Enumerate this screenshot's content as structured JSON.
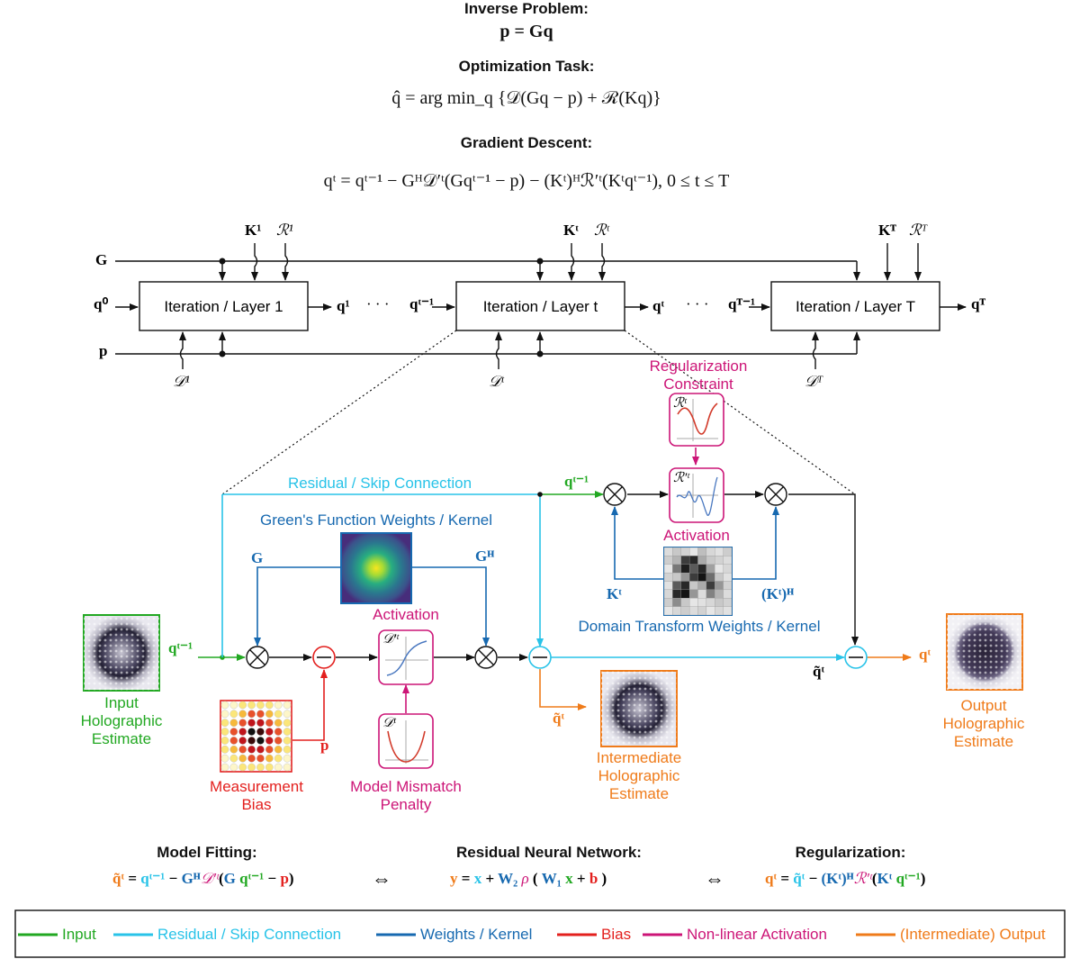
{
  "header": {
    "inverse_title": "Inverse Problem:",
    "inverse_eq": "p = Gq",
    "opt_title": "Optimization Task:",
    "opt_eq": "q̂ = arg min_q {𝒟(Gq − p) + ℛ(Kq)}",
    "gd_title": "Gradient Descent:",
    "gd_eq": "qᵗ = qᵗ⁻¹ − Gᴴ𝒟′ᵗ(Gqᵗ⁻¹ − p) − (Kᵗ)ᴴℛ′ᵗ(Kᵗqᵗ⁻¹),    0 ≤ t ≤ T"
  },
  "unrolled": {
    "layer1": "Iteration / Layer 1",
    "layert": "Iteration / Layer t",
    "layerT": "Iteration / Layer T",
    "G": "G",
    "p": "p",
    "q0": "q⁰",
    "q1": "q¹",
    "qt_minus": "qᵗ⁻¹",
    "qt": "qᵗ",
    "qT_minus": "qᵀ⁻¹",
    "qT": "qᵀ",
    "K1": "K¹",
    "R1": "ℛ¹",
    "Kt": "Kᵗ",
    "Rt": "ℛᵗ",
    "KT": "Kᵀ",
    "RT": "ℛᵀ",
    "D1": "𝒟¹",
    "Dt": "𝒟ᵗ",
    "DT": "𝒟ᵀ",
    "dots": "· · ·"
  },
  "detail": {
    "reg_constraint": "Regularization\nConstraint",
    "reg_icon": "ℛᵗ",
    "reg_deriv_icon": "ℛ′ᵗ",
    "activation_top": "Activation",
    "residual_skip": "Residual / Skip Connection",
    "greens": "Green's Function Weights / Kernel",
    "G": "G",
    "GH": "Gᴴ",
    "Kt": "Kᵗ",
    "KtH": "(Kᵗ)ᴴ",
    "domain": "Domain Transform Weights / Kernel",
    "activation_mid": "Activation",
    "D_deriv_icon": "𝒟′ᵗ",
    "D_icon": "𝒟ᵗ",
    "qt_minus_top": "qᵗ⁻¹",
    "qt_minus_in": "qᵗ⁻¹",
    "p": "p",
    "q_tilde": "q̃ᵗ",
    "q_tilde_out": "q̃ᵗ",
    "qt_out": "qᵗ",
    "input_est": "Input\nHolographic\nEstimate",
    "measurement": "Measurement\nBias",
    "model_mismatch": "Model Mismatch\nPenalty",
    "intermediate": "Intermediate\nHolographic\nEstimate",
    "output_est": "Output\nHolographic\nEstimate"
  },
  "bottom": {
    "model_fitting_title": "Model Fitting:",
    "resnet_title": "Residual Neural Network:",
    "regularization_title": "Regularization:",
    "iff": "⇔"
  },
  "legend": {
    "items": [
      {
        "label": "Input",
        "color": "#22a822"
      },
      {
        "label": "Residual / Skip Connection",
        "color": "#29c3e8"
      },
      {
        "label": "Weights / Kernel",
        "color": "#1769b0"
      },
      {
        "label": "Bias",
        "color": "#e3201e"
      },
      {
        "label": "Non-linear Activation",
        "color": "#cc1577"
      },
      {
        "label": "(Intermediate) Output",
        "color": "#ef7b1a"
      }
    ]
  },
  "colors": {
    "input": "#22a822",
    "skip": "#29c3e8",
    "weights": "#1769b0",
    "bias": "#e3201e",
    "activation": "#cc1577",
    "output": "#ef7b1a"
  }
}
